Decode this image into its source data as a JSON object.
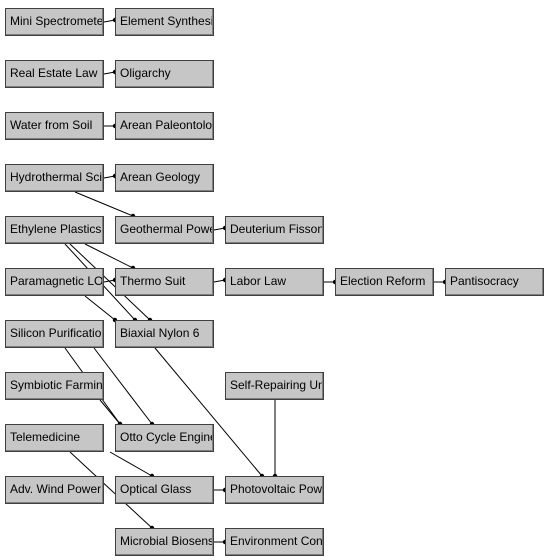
{
  "colors": {
    "node_face": "#c6c6c6",
    "node_shadow": "#808080",
    "node_highlight": "#ffffff",
    "link": "#000000",
    "background": "#ffffff"
  },
  "nodes": [
    {
      "id": "mini-spectrometers",
      "label": "Mini Spectrometers"
    },
    {
      "id": "element-synthesis",
      "label": "Element Synthesis"
    },
    {
      "id": "real-estate-law",
      "label": "Real Estate Law"
    },
    {
      "id": "oligarchy",
      "label": "Oligarchy"
    },
    {
      "id": "water-from-soil",
      "label": "Water from Soil"
    },
    {
      "id": "arean-paleontology",
      "label": "Arean Paleontology"
    },
    {
      "id": "hydrothermal-science",
      "label": "Hydrothermal Science"
    },
    {
      "id": "arean-geology",
      "label": "Arean Geology"
    },
    {
      "id": "ethylene-plastics",
      "label": "Ethylene Plastics"
    },
    {
      "id": "geothermal-power",
      "label": "Geothermal Power"
    },
    {
      "id": "deuterium-fisson",
      "label": "Deuterium Fisson"
    },
    {
      "id": "paramagnetic-lox",
      "label": "Paramagnetic LOX"
    },
    {
      "id": "thermo-suit",
      "label": "Thermo Suit"
    },
    {
      "id": "labor-law",
      "label": "Labor Law"
    },
    {
      "id": "election-reform",
      "label": "Election Reform"
    },
    {
      "id": "pantisocracy",
      "label": "Pantisocracy"
    },
    {
      "id": "silicon-purification",
      "label": "Silicon Purification"
    },
    {
      "id": "biaxial-nylon-6",
      "label": "Biaxial Nylon 6"
    },
    {
      "id": "symbiotic-farming",
      "label": "Symbiotic Farming"
    },
    {
      "id": "self-repairing-units",
      "label": "Self-Repairing Units"
    },
    {
      "id": "telemedicine",
      "label": "Telemedicine"
    },
    {
      "id": "otto-cycle-engine",
      "label": "Otto Cycle Engine"
    },
    {
      "id": "adv-wind-power",
      "label": "Adv. Wind Power"
    },
    {
      "id": "optical-glass",
      "label": "Optical Glass"
    },
    {
      "id": "photovoltaic-power",
      "label": "Photovoltaic Power"
    },
    {
      "id": "microbial-biosensors",
      "label": "Microbial Biosensors"
    },
    {
      "id": "environment-controls",
      "label": "Environment Controls"
    }
  ],
  "links": [
    {
      "from": "mini-spectrometers",
      "to": "element-synthesis"
    },
    {
      "from": "real-estate-law",
      "to": "oligarchy"
    },
    {
      "from": "water-from-soil",
      "to": "arean-paleontology"
    },
    {
      "from": "hydrothermal-science",
      "to": "arean-geology"
    },
    {
      "from": "hydrothermal-science",
      "to": "geothermal-power"
    },
    {
      "from": "geothermal-power",
      "to": "deuterium-fisson"
    },
    {
      "from": "ethylene-plastics",
      "to": "thermo-suit"
    },
    {
      "from": "ethylene-plastics",
      "to": "biaxial-nylon-6"
    },
    {
      "from": "paramagnetic-lox",
      "to": "thermo-suit"
    },
    {
      "from": "paramagnetic-lox",
      "to": "biaxial-nylon-6"
    },
    {
      "from": "thermo-suit",
      "to": "labor-law"
    },
    {
      "from": "labor-law",
      "to": "election-reform"
    },
    {
      "from": "election-reform",
      "to": "pantisocracy"
    },
    {
      "from": "silicon-purification",
      "to": "otto-cycle-engine"
    },
    {
      "from": "silicon-purification",
      "to": "optical-glass"
    },
    {
      "from": "biaxial-nylon-6",
      "to": "photovoltaic-power"
    },
    {
      "from": "symbiotic-farming",
      "to": "otto-cycle-engine"
    },
    {
      "from": "telemedicine",
      "to": "microbial-biosensors"
    },
    {
      "from": "optical-glass",
      "to": "photovoltaic-power"
    },
    {
      "from": "self-repairing-units",
      "to": "photovoltaic-power"
    },
    {
      "from": "microbial-biosensors",
      "to": "environment-controls"
    }
  ]
}
